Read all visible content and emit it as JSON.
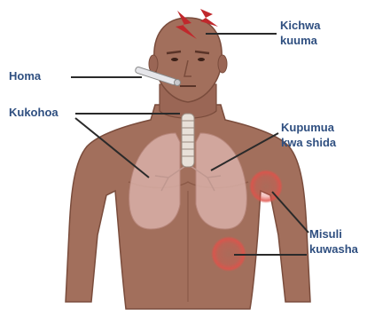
{
  "diagram": {
    "labels": {
      "headache": "Kichwa\nkuuma",
      "fever": "Homa",
      "cough": "Kukohoa",
      "breathing": "Kupumua\nkwa shida",
      "muscle_pain": "Misuli\nkuwasha"
    },
    "colors": {
      "skin": "#a26f5c",
      "skin_shadow": "#8c5a48",
      "lung": "#d9b0a8",
      "label_text": "#2f4f80",
      "leader_line": "#2a2a2a",
      "pain_glow": "#e0524a",
      "headache_bolt": "#c0282c"
    }
  }
}
